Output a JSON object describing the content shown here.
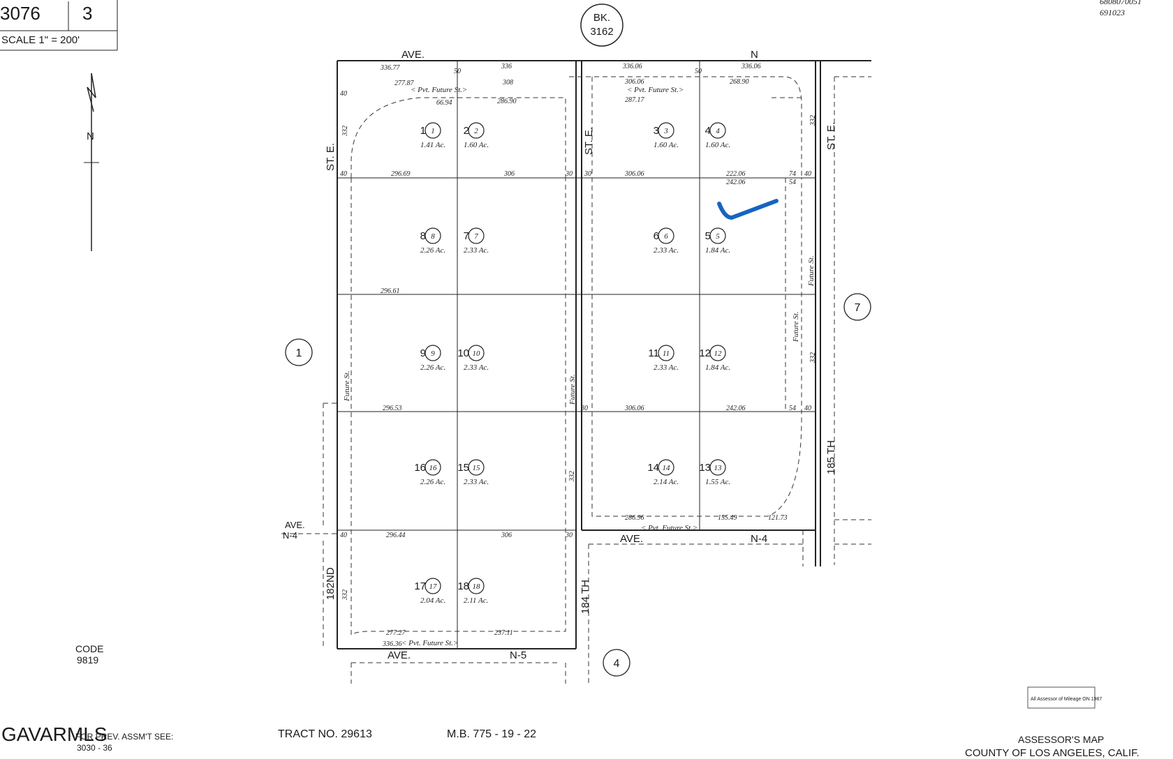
{
  "header": {
    "page_no": "3076",
    "sheet_no": "3",
    "scale_label": "SCALE 1\" = 200'",
    "book_label": "BK.",
    "book_no": "3162",
    "ref_top_right_1": "6808070051",
    "ref_top_right_2": "691023"
  },
  "streets": {
    "ave_n_top": "AVE.",
    "n_top": "N",
    "st_e_left": "ST. E.",
    "st_e_mid": "ST. E.",
    "st_e_right": "ST. E.",
    "ave_n4_left_1": "AVE.",
    "ave_n4_left_2": "N-4",
    "ave_n4_mid": "AVE.",
    "n4_mid": "N-4",
    "st_182nd": "182ND",
    "st_184th": "184 TH",
    "st_185th": "185 TH",
    "ave_n5": "AVE.",
    "n5": "N-5"
  },
  "adjacent_maps": [
    "1",
    "7",
    "4"
  ],
  "parcels": [
    {
      "lot": "1",
      "parcel": "1",
      "area": "1.41 Ac."
    },
    {
      "lot": "2",
      "parcel": "2",
      "area": "1.60 Ac."
    },
    {
      "lot": "3",
      "parcel": "3",
      "area": "1.60 Ac."
    },
    {
      "lot": "4",
      "parcel": "4",
      "area": "1.60 Ac."
    },
    {
      "lot": "8",
      "parcel": "8",
      "area": "2.26 Ac."
    },
    {
      "lot": "7",
      "parcel": "7",
      "area": "2.33 Ac."
    },
    {
      "lot": "6",
      "parcel": "6",
      "area": "2.33 Ac."
    },
    {
      "lot": "5",
      "parcel": "5",
      "area": "1.84 Ac."
    },
    {
      "lot": "9",
      "parcel": "9",
      "area": "2.26 Ac."
    },
    {
      "lot": "10",
      "parcel": "10",
      "area": "2.33 Ac."
    },
    {
      "lot": "11",
      "parcel": "11",
      "area": "2.33 Ac."
    },
    {
      "lot": "12",
      "parcel": "12",
      "area": "1.84 Ac."
    },
    {
      "lot": "16",
      "parcel": "16",
      "area": "2.26 Ac."
    },
    {
      "lot": "15",
      "parcel": "15",
      "area": "2.33 Ac."
    },
    {
      "lot": "14",
      "parcel": "14",
      "area": "2.14 Ac."
    },
    {
      "lot": "13",
      "parcel": "13",
      "area": "1.55 Ac."
    },
    {
      "lot": "17",
      "parcel": "17",
      "area": "2.04 Ac."
    },
    {
      "lot": "18",
      "parcel": "18",
      "area": "2.11 Ac."
    }
  ],
  "dims": {
    "top_1": "336.77",
    "top_2": "336",
    "top_3": "336.06",
    "top_4": "336.06",
    "r1_1": "277.87",
    "r1_2": "308",
    "r1_3": "306.06",
    "r1_4": "268.90",
    "r2_1": "66.94",
    "r2_2": "286.90",
    "r2_3": "287.17",
    "row1_bottom_1": "296.69",
    "row1_bottom_2": "306",
    "row1_bottom_3": "306.06",
    "row1_bottom_4": "222.06",
    "row2_top_4": "242.06",
    "row2_bottom_1": "296.61",
    "row3_bottom_1": "296.53",
    "row3_bottom_3": "306.06",
    "row3_bottom_4": "242.06",
    "row4_bottom_1": "296.44",
    "row4_bottom_2": "306",
    "row4_bottom_3": "286.96",
    "row4_bottom_4": "155.49",
    "row4_bottom_5": "121.73",
    "bot_1": "277.27",
    "bot_2": "237.11",
    "bot_3": "336.36",
    "v_332": "332",
    "v_40": "40",
    "v_30": "30",
    "v_54": "54",
    "v_74": "74",
    "v_50": "50"
  },
  "notes": {
    "future_st": "Future St.",
    "pvt_future_st": "< Pvt. Future St.>"
  },
  "footer": {
    "code_label": "CODE",
    "code_no": "9819",
    "watermark": "GAVARMLS",
    "assmt_note": "FOR PREV. ASSM'T SEE:",
    "assmt_ref": "3030 - 36",
    "tract": "TRACT  NO.  29613",
    "mb": "M.B.  775 - 19 - 22",
    "stamp": "All Assessor of Mileage ON 1987",
    "assessor_1": "ASSESSOR'S MAP",
    "assessor_2": "COUNTY OF LOS ANGELES, CALIF."
  },
  "colors": {
    "ink": "#1a1a1a",
    "check_mark": "#1565c0"
  }
}
